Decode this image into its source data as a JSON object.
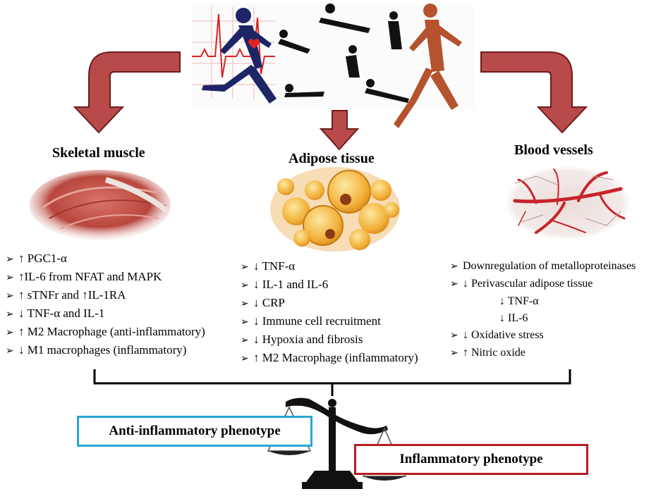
{
  "colors": {
    "arrow_fill": "#b84a4a",
    "arrow_stroke": "#6e1c1c",
    "anti_border": "#2ba7d4",
    "infl_border": "#b41e22"
  },
  "diagram": {
    "skeletal": {
      "title": "Skeletal muscle",
      "items": [
        {
          "bullet": "➢",
          "text": "↑ PGC1-α"
        },
        {
          "bullet": "➢",
          "text": "↑IL-6 from NFAT and MAPK"
        },
        {
          "bullet": "➢",
          "text": "↑ sTNFr and ↑IL-1RA"
        },
        {
          "bullet": "➢",
          "text": "↓ TNF-α and IL-1"
        },
        {
          "bullet": "➢",
          "text": "↑ M2 Macrophage (anti-inflammatory)"
        },
        {
          "bullet": "➢",
          "text": "↓ M1 macrophages (inflammatory)"
        }
      ]
    },
    "adipose": {
      "title": "Adipose tissue",
      "items": [
        {
          "bullet": "➢",
          "text": "↓ TNF-α"
        },
        {
          "bullet": "➢",
          "text": "↓ IL-1 and IL-6"
        },
        {
          "bullet": "➢",
          "text": "↓ CRP"
        },
        {
          "bullet": "➢",
          "text": "↓ Immune cell recruitment"
        },
        {
          "bullet": "➢",
          "text": "↓ Hypoxia and fibrosis"
        },
        {
          "bullet": "➢",
          "text": "↑ M2 Macrophage (inflammatory)"
        }
      ]
    },
    "vessels": {
      "title": "Blood vessels",
      "items": [
        {
          "bullet": "➢",
          "text": "Downregulation of metalloproteinases"
        },
        {
          "bullet": "➢",
          "text": "↓ Perivascular adipose tissue"
        },
        {
          "bullet": "",
          "text": "↓ TNF-α"
        },
        {
          "bullet": "",
          "text": "↓ IL-6"
        },
        {
          "bullet": "➢",
          "text": "↓ Oxidative stress"
        },
        {
          "bullet": "➢",
          "text": "↑ Nitric oxide"
        }
      ]
    },
    "anti_label": "Anti-inflammatory phenotype",
    "infl_label": "Inflammatory phenotype"
  }
}
